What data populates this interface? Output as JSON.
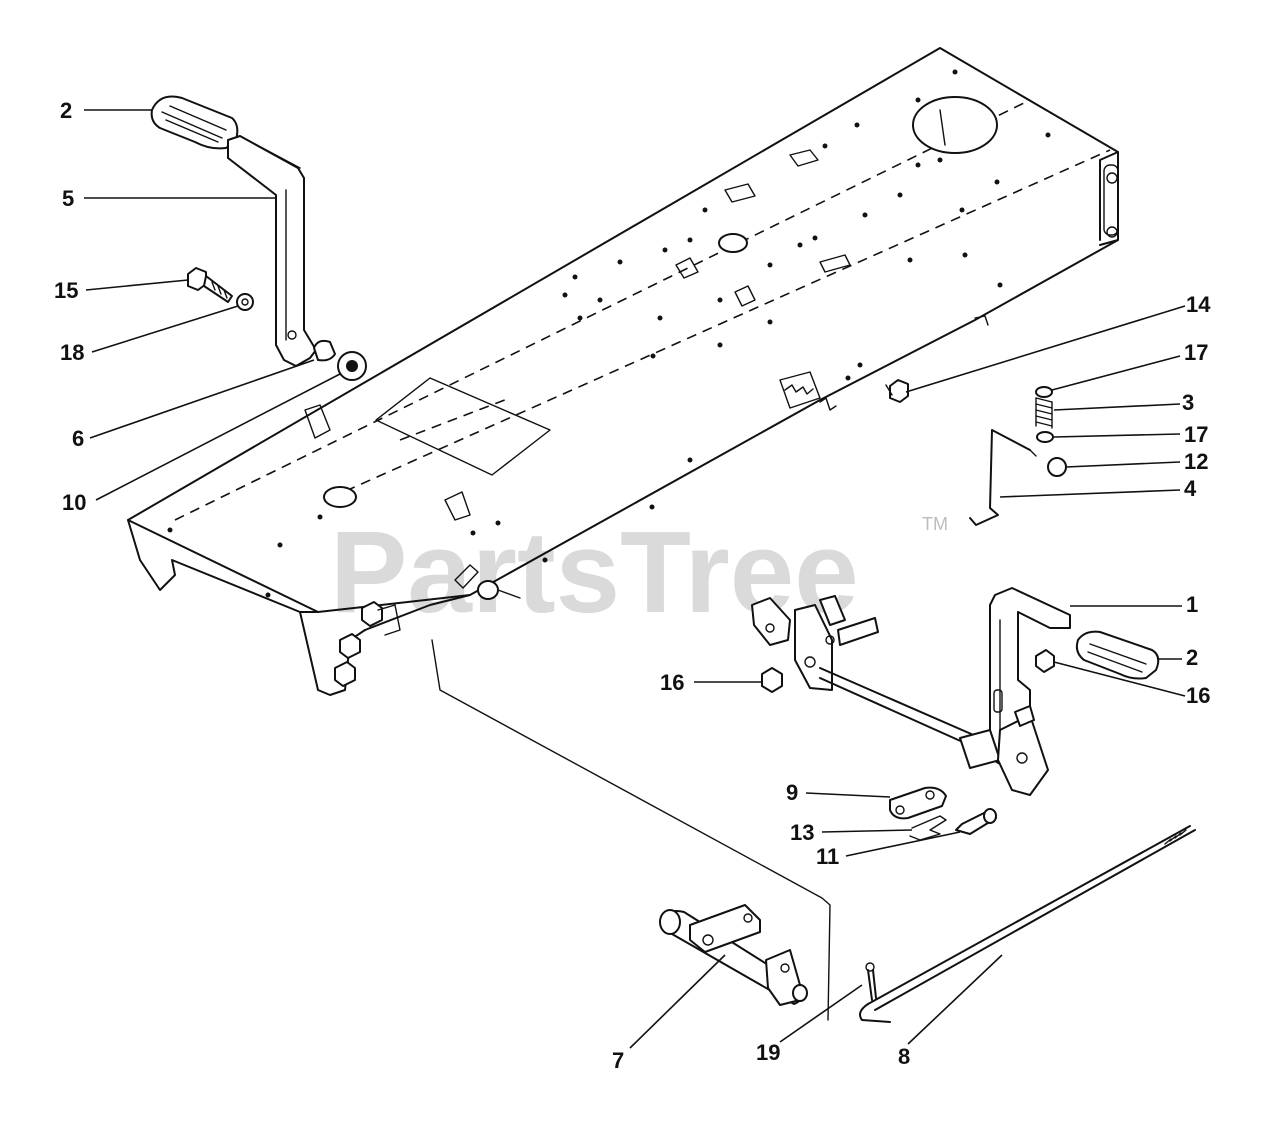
{
  "watermark": {
    "text": "PartsTree",
    "trademark": "TM"
  },
  "callouts": {
    "c2a": "2",
    "c5": "5",
    "c15": "15",
    "c18": "18",
    "c6": "6",
    "c10": "10",
    "c14": "14",
    "c17a": "17",
    "c3": "3",
    "c17b": "17",
    "c12": "12",
    "c4": "4",
    "c1": "1",
    "c2b": "2",
    "c16a": "16",
    "c16b": "16",
    "c9": "9",
    "c13": "13",
    "c11": "11",
    "c7": "7",
    "c19": "19",
    "c8": "8"
  }
}
